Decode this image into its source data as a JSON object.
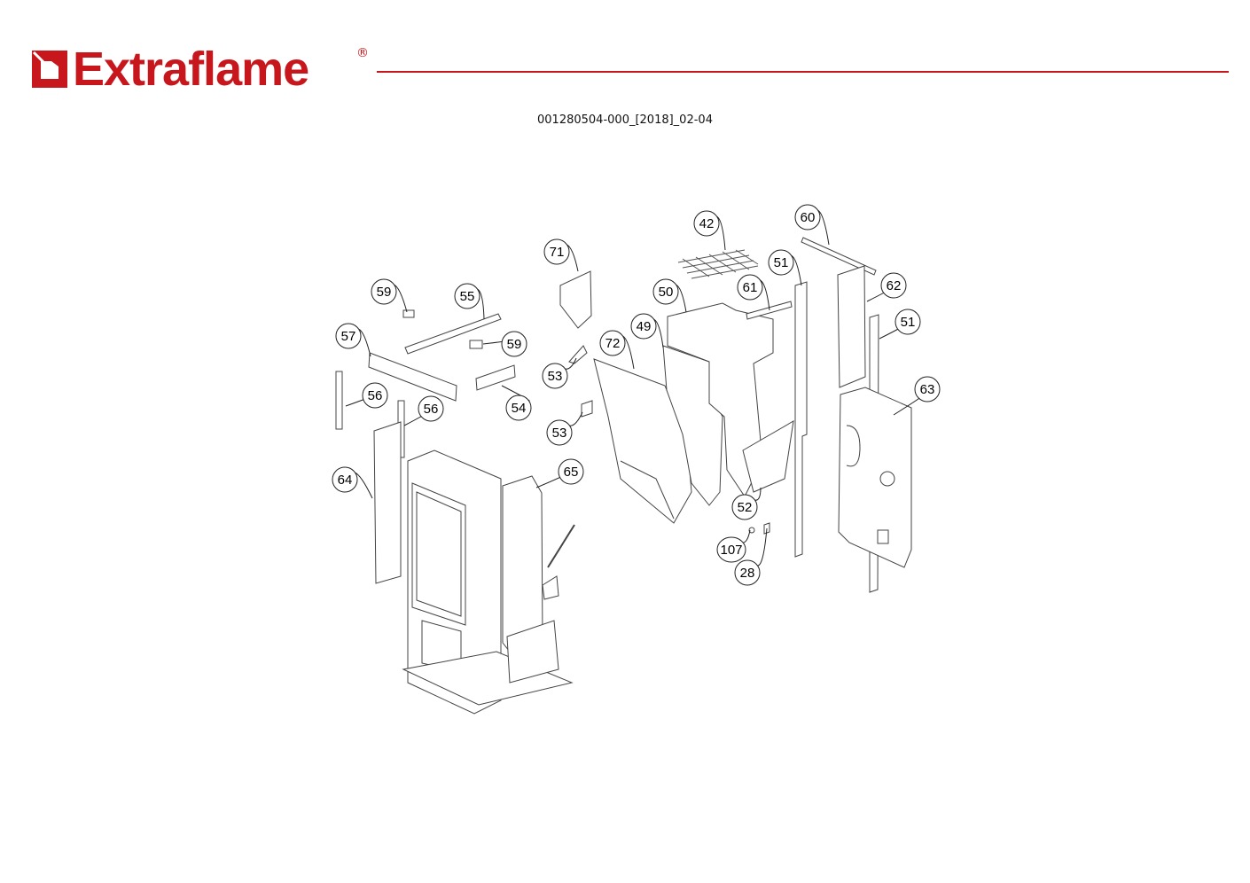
{
  "brand": {
    "name": "Extraflame",
    "registered": "®",
    "color": "#c8161d"
  },
  "document_number": "001280504-000_[2018]_02-04",
  "callouts": [
    "42",
    "60",
    "51",
    "71",
    "59",
    "55",
    "50",
    "61",
    "62",
    "51",
    "57",
    "59",
    "49",
    "72",
    "53",
    "56",
    "56",
    "54",
    "63",
    "53",
    "64",
    "65",
    "52",
    "107",
    "28"
  ]
}
